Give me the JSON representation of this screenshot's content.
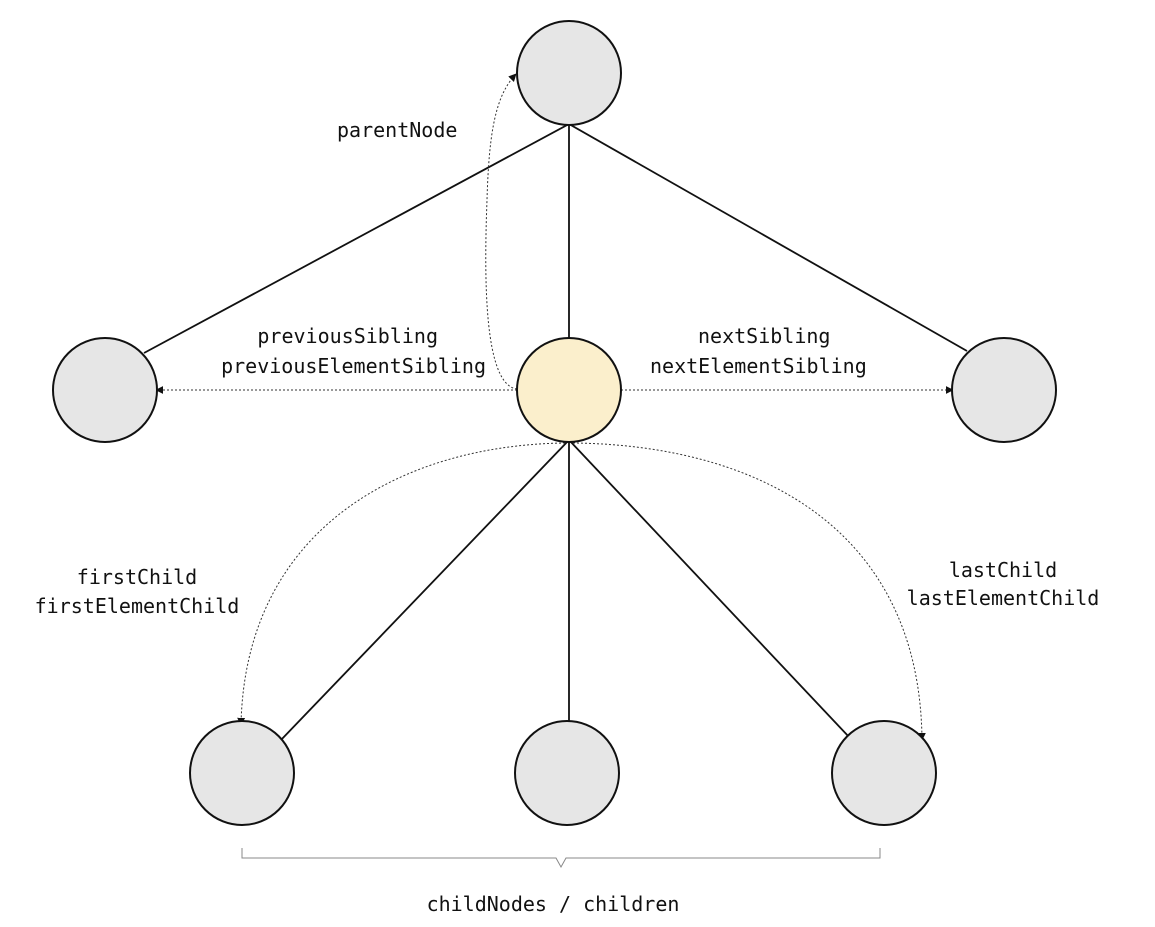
{
  "labels": {
    "parent": "parentNode",
    "previous_sibling": "previousSibling",
    "previous_element_sibling": "previousElementSibling",
    "next_sibling": "nextSibling",
    "next_element_sibling": "nextElementSibling",
    "first_child": "firstChild",
    "first_element_child": "firstElementChild",
    "last_child": "lastChild",
    "last_element_child": "lastElementChild",
    "children_group": "childNodes / children"
  },
  "colors": {
    "node_fill": "#e6e6e6",
    "current_node_fill": "#fbefcc",
    "stroke": "#111111"
  }
}
